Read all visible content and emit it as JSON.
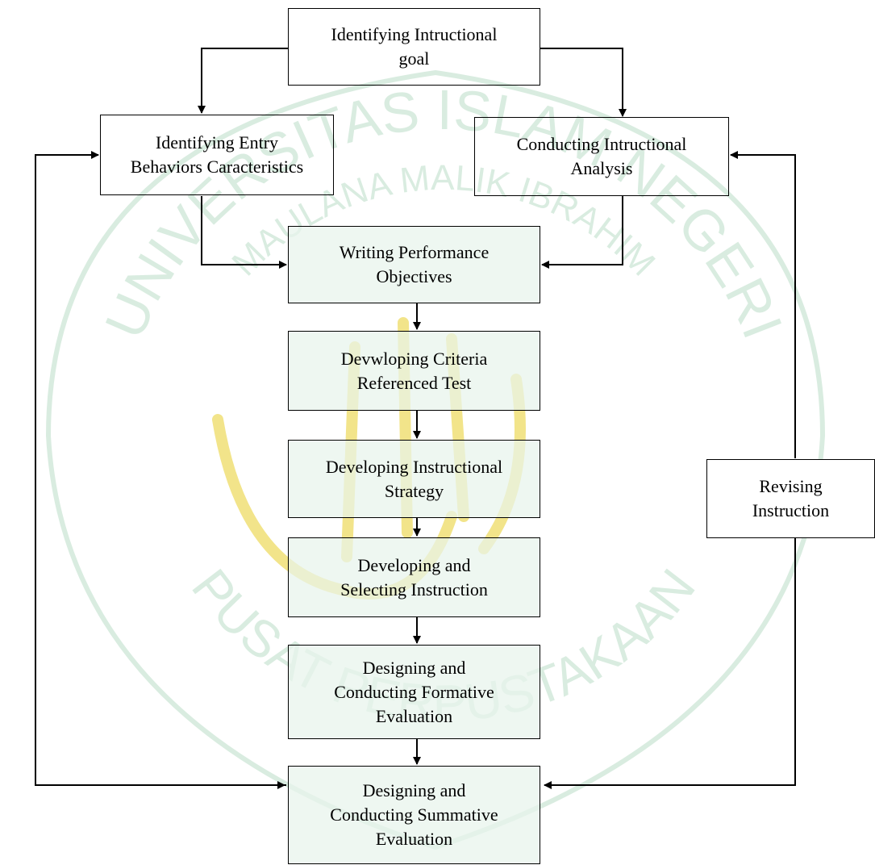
{
  "colors": {
    "line": "#000000",
    "box_fill_tinted": "#e8f4ec",
    "watermark": "#d9ece0",
    "watermark_accent": "#f2e48a"
  },
  "watermark": {
    "ring_top": "UNIVERSITAS ISLAM NEGERI",
    "ring_inner": "MAULANA MALIK IBRAHIM",
    "ring_bottom": "PUSAT PERPUSTAKAAN"
  },
  "nodes": {
    "goal": "Identifying Intructional\ngoal",
    "entry": "Identifying Entry\nBehaviors Caracteristics",
    "analysis": "Conducting Intructional\nAnalysis",
    "objectives": "Writing Performance\nObjectives",
    "test": "Devwloping Criteria\nReferenced Test",
    "strategy": "Developing Instructional\nStrategy",
    "selecting": "Developing and\nSelecting Instruction",
    "formative": "Designing and\nConducting Formative\nEvaluation",
    "summative": "Designing and\nConducting Summative\nEvaluation",
    "revising": "Revising\nInstruction"
  }
}
